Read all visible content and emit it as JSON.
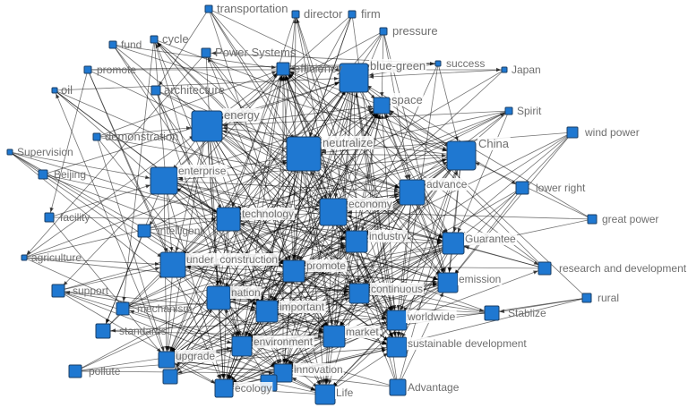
{
  "nodes": [
    {
      "id": "transportation",
      "label": "transportation",
      "size": 4
    },
    {
      "id": "director",
      "label": "director",
      "size": 4
    },
    {
      "id": "firm",
      "label": "firm",
      "size": 4
    },
    {
      "id": "pressure",
      "label": "pressure",
      "size": 4
    },
    {
      "id": "fund",
      "label": "fund",
      "size": 4
    },
    {
      "id": "cycle",
      "label": "cycle",
      "size": 4
    },
    {
      "id": "power_systems",
      "label": "Power Systems",
      "size": 5
    },
    {
      "id": "success",
      "label": "success",
      "size": 3
    },
    {
      "id": "japan",
      "label": "Japan",
      "size": 3
    },
    {
      "id": "promote_small",
      "label": "promote",
      "size": 4
    },
    {
      "id": "efficiency",
      "label": "efficiency",
      "size": 7
    },
    {
      "id": "blue_green",
      "label": "blue-green",
      "size": 16
    },
    {
      "id": "oil",
      "label": "oil",
      "size": 3
    },
    {
      "id": "architecture",
      "label": "architecture",
      "size": 5
    },
    {
      "id": "space",
      "label": "space",
      "size": 9
    },
    {
      "id": "spirit",
      "label": "Spirit",
      "size": 4
    },
    {
      "id": "energy",
      "label": "energy",
      "size": 17
    },
    {
      "id": "wind_power",
      "label": "wind power",
      "size": 6
    },
    {
      "id": "demonstration",
      "label": "demonstration",
      "size": 4
    },
    {
      "id": "neutralize",
      "label": "neutralize",
      "size": 19
    },
    {
      "id": "china",
      "label": "China",
      "size": 16
    },
    {
      "id": "supervision",
      "label": "Supervision",
      "size": 3
    },
    {
      "id": "beijing",
      "label": "Beijing",
      "size": 5
    },
    {
      "id": "enterprise",
      "label": "enterprise",
      "size": 15
    },
    {
      "id": "advance",
      "label": "advance",
      "size": 14
    },
    {
      "id": "lower_right",
      "label": "lower right",
      "size": 7
    },
    {
      "id": "technology",
      "label": "technology",
      "size": 13
    },
    {
      "id": "economy",
      "label": "economy",
      "size": 15
    },
    {
      "id": "facility",
      "label": "facility",
      "size": 5
    },
    {
      "id": "intelligent",
      "label": "intelligent",
      "size": 7
    },
    {
      "id": "great_power",
      "label": "great power",
      "size": 5
    },
    {
      "id": "industry",
      "label": "industry",
      "size": 12
    },
    {
      "id": "guarantee",
      "label": "Guarantee",
      "size": 12
    },
    {
      "id": "agriculture",
      "label": "agriculture",
      "size": 3
    },
    {
      "id": "under_construction",
      "label": "under_construction",
      "size": 14
    },
    {
      "id": "promote",
      "label": "promote",
      "size": 12
    },
    {
      "id": "research_dev",
      "label": "research and development",
      "size": 7
    },
    {
      "id": "emission",
      "label": "emission",
      "size": 11
    },
    {
      "id": "support",
      "label": "support",
      "size": 7
    },
    {
      "id": "nation",
      "label": "nation",
      "size": 13
    },
    {
      "id": "continuous",
      "label": "continuous",
      "size": 11
    },
    {
      "id": "rural",
      "label": "rural",
      "size": 5
    },
    {
      "id": "mechanism",
      "label": "mechanism",
      "size": 7
    },
    {
      "id": "important",
      "label": "important",
      "size": 12
    },
    {
      "id": "stablize",
      "label": "Stablize",
      "size": 8
    },
    {
      "id": "worldwide",
      "label": "worldwide",
      "size": 11
    },
    {
      "id": "standards",
      "label": "standards",
      "size": 8
    },
    {
      "id": "market",
      "label": "market",
      "size": 12
    },
    {
      "id": "environment",
      "label": "environment",
      "size": 11
    },
    {
      "id": "sustainable_dev",
      "label": "sustainable development",
      "size": 11
    },
    {
      "id": "upgrade",
      "label": "upgrade",
      "size": 9
    },
    {
      "id": "pollute",
      "label": "pollute",
      "size": 7
    },
    {
      "id": "innovation",
      "label": "innovation",
      "size": 10
    },
    {
      "id": "ecology",
      "label": "ecology",
      "size": 10
    },
    {
      "id": "advantage",
      "label": "Advantage",
      "size": 9
    },
    {
      "id": "life",
      "label": "Life",
      "size": 11
    },
    {
      "id": "small_left_bottom",
      "label": "",
      "size": 8
    },
    {
      "id": "small_mid_bottom",
      "label": "",
      "size": 9
    }
  ]
}
